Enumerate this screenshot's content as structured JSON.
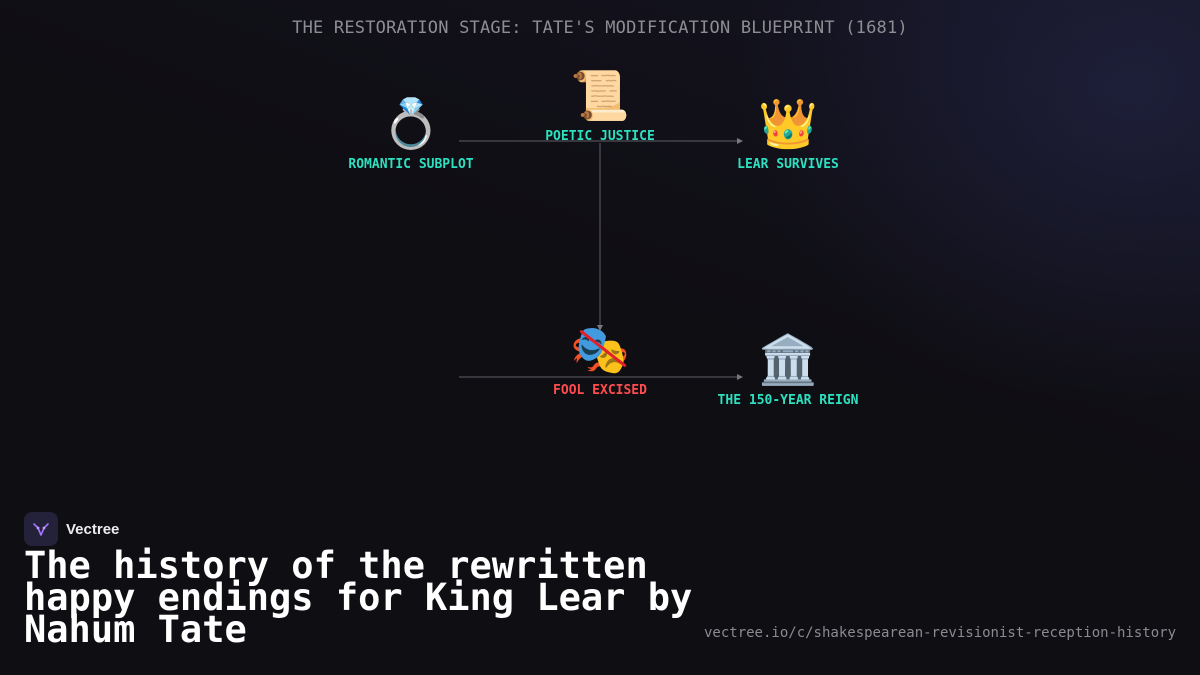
{
  "diagram": {
    "title": "THE RESTORATION STAGE: TATE'S MODIFICATION BLUEPRINT (1681)",
    "nodes": [
      {
        "id": "romantic_subplot",
        "icon": "💍",
        "icon_name": "ring-icon",
        "label": "ROMANTIC SUBPLOT",
        "color": "#2de0c0"
      },
      {
        "id": "poetic_justice",
        "icon": "📜",
        "icon_name": "scroll-icon",
        "label": "POETIC JUSTICE",
        "color": "#2de0c0"
      },
      {
        "id": "lear_survives",
        "icon": "👑",
        "icon_name": "crown-icon",
        "label": "LEAR SURVIVES",
        "color": "#2de0c0"
      },
      {
        "id": "fool_excised",
        "icon": "🎭",
        "icon_name": "theater-masks-crossed-out-icon",
        "label": "FOOL EXCISED",
        "color": "#ff4d4f"
      },
      {
        "id": "reign",
        "icon": "🏛️",
        "icon_name": "classical-building-icon",
        "label": "THE 150-YEAR REIGN",
        "color": "#2de0c0"
      }
    ],
    "edges": [
      {
        "from": "romantic_subplot",
        "to": "lear_survives"
      },
      {
        "from": "poetic_justice",
        "to": "fool_excised"
      },
      {
        "from": "fool_excised",
        "to": "reign"
      }
    ]
  },
  "footer": {
    "brand_name": "Vectree",
    "headline": "The history of the rewritten happy endings for King Lear by Nahum Tate",
    "url": "vectree.io/c/shakespearean-revisionist-reception-history"
  }
}
